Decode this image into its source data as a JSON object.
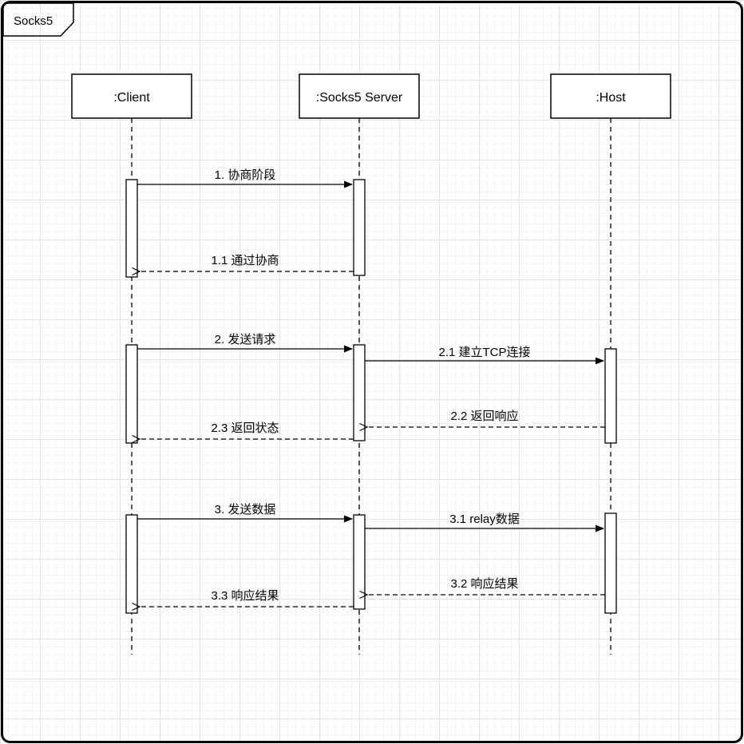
{
  "diagram": {
    "frame_title": "Socks5",
    "actors": [
      {
        "label": ":Client"
      },
      {
        "label": ":Socks5 Server"
      },
      {
        "label": ":Host"
      }
    ],
    "messages": [
      {
        "label": "1. 协商阶段",
        "from": ":Client",
        "to": ":Socks5 Server",
        "style": "solid"
      },
      {
        "label": "1.1 通过协商",
        "from": ":Socks5 Server",
        "to": ":Client",
        "style": "dashed"
      },
      {
        "label": "2. 发送请求",
        "from": ":Client",
        "to": ":Socks5 Server",
        "style": "solid"
      },
      {
        "label": "2.1 建立TCP连接",
        "from": ":Socks5 Server",
        "to": ":Host",
        "style": "solid"
      },
      {
        "label": "2.2 返回响应",
        "from": ":Host",
        "to": ":Socks5 Server",
        "style": "dashed"
      },
      {
        "label": "2.3 返回状态",
        "from": ":Socks5 Server",
        "to": ":Client",
        "style": "dashed"
      },
      {
        "label": "3. 发送数据",
        "from": ":Client",
        "to": ":Socks5 Server",
        "style": "solid"
      },
      {
        "label": "3.1 relay数据",
        "from": ":Socks5 Server",
        "to": ":Host",
        "style": "solid"
      },
      {
        "label": "3.2 响应结果",
        "from": ":Host",
        "to": ":Socks5 Server",
        "style": "dashed"
      },
      {
        "label": "3.3 响应结果",
        "from": ":Socks5 Server",
        "to": ":Client",
        "style": "dashed"
      }
    ],
    "colors": {
      "stroke": "#000000",
      "fill": "#ffffff",
      "grid_minor": "#f4f4f4",
      "grid_major": "#e4e4e4"
    }
  }
}
